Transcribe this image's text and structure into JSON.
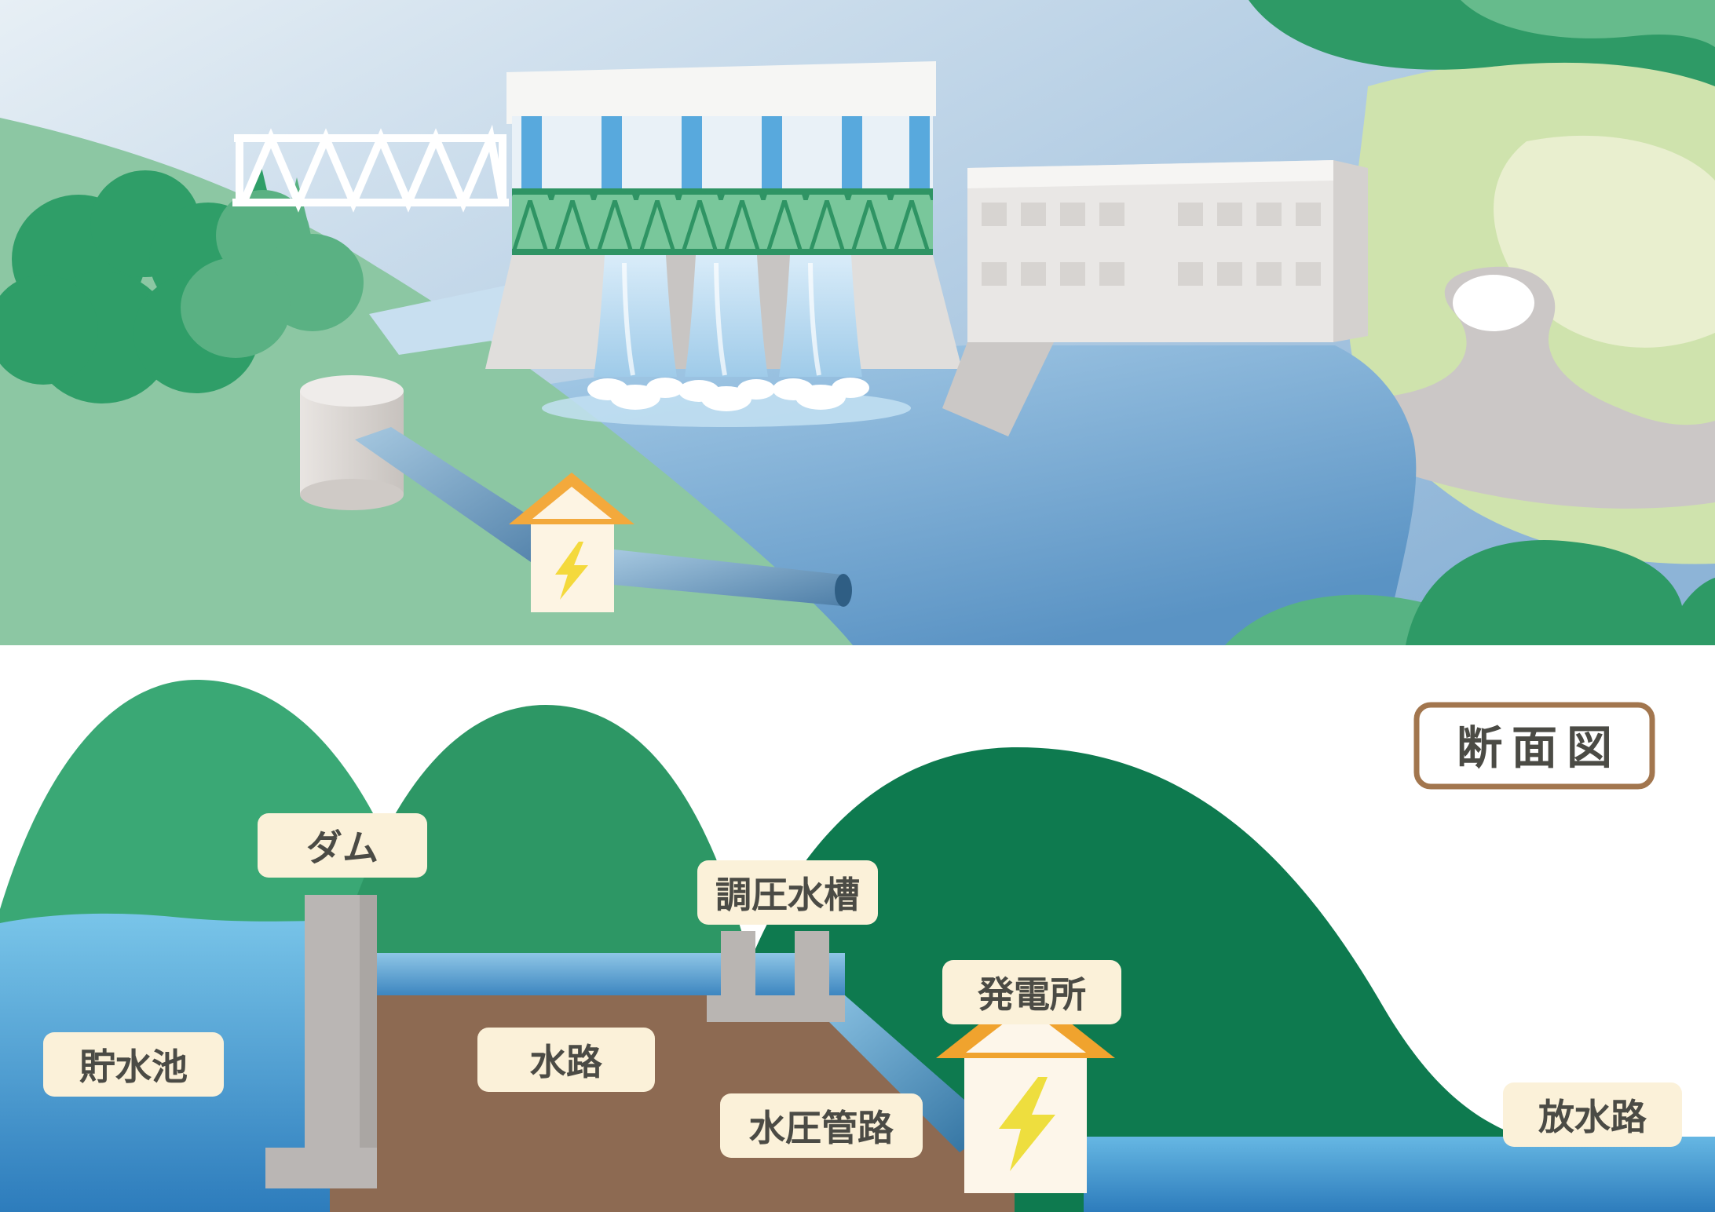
{
  "title_box": {
    "text": "断面図"
  },
  "labels": {
    "dam": "ダム",
    "reservoir": "貯水池",
    "waterway": "水路",
    "surge_tank": "調圧水槽",
    "penstock": "水圧管路",
    "power_station": "発電所",
    "tailrace": "放水路"
  },
  "icons": {
    "lightning_bolt": "⚡"
  },
  "palette": {
    "label_bg": "#fbf1d9",
    "label_text": "#4b4b45",
    "title_border": "#a2764e",
    "title_bg": "#ffffff",
    "roof_orange": "#f0a32e",
    "bolt_yellow": "#eede3e",
    "house_cream": "#fdf6ea",
    "sky_light": "#e4edf4",
    "sky_deep": "#8db4d7",
    "water_light": "#79c5e9",
    "water_deep": "#2d7cbc",
    "mountain_light": "#3aa875",
    "mountain_mid": "#2d9765",
    "mountain_dark": "#0e7a4f",
    "earth_brown": "#8d6a52",
    "concrete_gray": "#bab6b4",
    "gate_blue": "#58a9dd",
    "truss_green": "#2f9464"
  }
}
